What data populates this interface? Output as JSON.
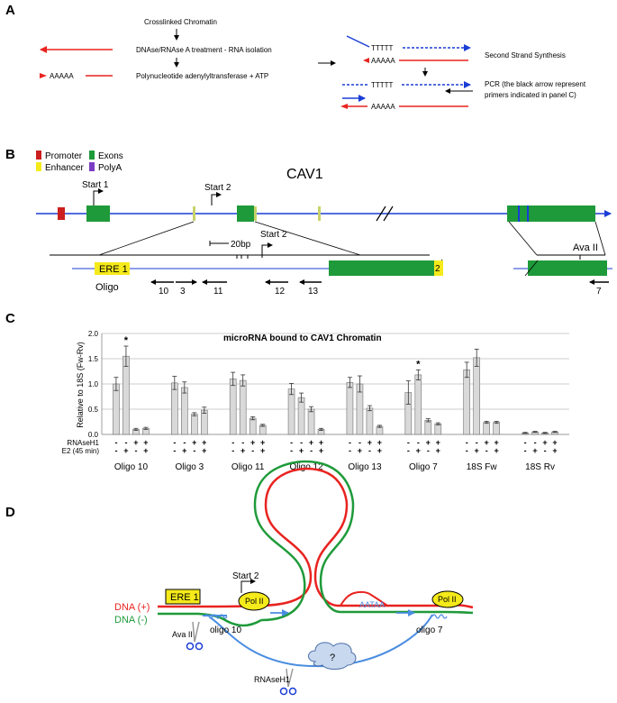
{
  "panels": [
    "A",
    "B",
    "C",
    "D"
  ],
  "panel_a": {
    "step1": "Crosslinked Chromatin",
    "step2": "DNAse/RNAse A  treatment - RNA isolation",
    "step3": "Polynucleotide adenylyltransferase + ATP",
    "polyA_left": "AAAAA",
    "polyT_top": "TTTTT",
    "polyA_top": "AAAAA",
    "polyT_bottom": "TTTTT",
    "polyA_bottom": "AAAAA",
    "second_strand": "Second Strand Synthesis",
    "pcr_line1": "PCR (the black arrow represent",
    "pcr_line2": "primers indicated in panel C)"
  },
  "panel_b": {
    "gene": "CAV1",
    "legend": [
      {
        "label": "Promoter",
        "color": "#cc1f1f"
      },
      {
        "label": "Exons",
        "color": "#1f9a3a"
      },
      {
        "label": "Enhancer",
        "color": "#f5ea1a"
      },
      {
        "label": "PolyA",
        "color": "#7a3cc2"
      }
    ],
    "start1": "Start 1",
    "start2": "Start 2",
    "start2_zoom": "Start 2",
    "scale": "20bp",
    "ere": "ERE 1",
    "oligo": "Oligo",
    "exon_number": "2",
    "ava": "Ava II",
    "primers": [
      "10",
      "3",
      "11",
      "12",
      "13",
      "7"
    ]
  },
  "panel_c": {
    "chart_data": {
      "type": "bar",
      "title": "microRNA bound to CAV1 Chromatin",
      "ylabel": "Relative to 18S (Fw-Rv)",
      "ylim": [
        0,
        2.0
      ],
      "yticks": [
        "0.0",
        "0.5",
        "1.0",
        "1.5",
        "2.0"
      ],
      "grid": true,
      "conditions": [
        {
          "label": "RNAseH1",
          "values": [
            "-",
            "-",
            "+",
            "+"
          ]
        },
        {
          "label": "E2 (45 min)",
          "values": [
            "-",
            "+",
            "-",
            "+"
          ]
        }
      ],
      "categories": [
        "Oligo 10",
        "Oligo 3",
        "Oligo 11",
        "Oligo 12",
        "Oligo 13",
        "Oligo 7",
        "18S Fw",
        "18S Rv"
      ],
      "values": [
        [
          1.0,
          1.55,
          0.1,
          0.12
        ],
        [
          1.02,
          0.93,
          0.4,
          0.48
        ],
        [
          1.1,
          1.07,
          0.32,
          0.18
        ],
        [
          0.9,
          0.73,
          0.5,
          0.1
        ],
        [
          1.03,
          1.0,
          0.52,
          0.16
        ],
        [
          0.83,
          1.18,
          0.28,
          0.21
        ],
        [
          1.28,
          1.52,
          0.24,
          0.24
        ],
        [
          0.03,
          0.05,
          0.03,
          0.05
        ]
      ],
      "errors": [
        [
          0.13,
          0.2,
          0.02,
          0.02
        ],
        [
          0.13,
          0.11,
          0.03,
          0.06
        ],
        [
          0.13,
          0.11,
          0.03,
          0.02
        ],
        [
          0.11,
          0.09,
          0.05,
          0.02
        ],
        [
          0.1,
          0.16,
          0.05,
          0.02
        ],
        [
          0.23,
          0.1,
          0.03,
          0.02
        ],
        [
          0.15,
          0.17,
          0.02,
          0.02
        ],
        [
          0.01,
          0.01,
          0.01,
          0.01
        ]
      ],
      "significance": [
        {
          "category": "Oligo 10",
          "bar": 1,
          "mark": "*"
        },
        {
          "category": "Oligo 7",
          "bar": 1,
          "mark": "*"
        }
      ]
    }
  },
  "panel_d": {
    "dna_plus": "DNA (+)",
    "dna_minus": "DNA (-)",
    "ere": "ERE 1",
    "start2": "Start 2",
    "pol2_left": "Pol II",
    "pol2_right": "Pol II",
    "aataa": "AATAA",
    "oligo10": "oligo 10",
    "oligo7": "oligo 7",
    "ava": "Ava II",
    "rnaseh1": "RNAseH1",
    "unknown": "?"
  }
}
